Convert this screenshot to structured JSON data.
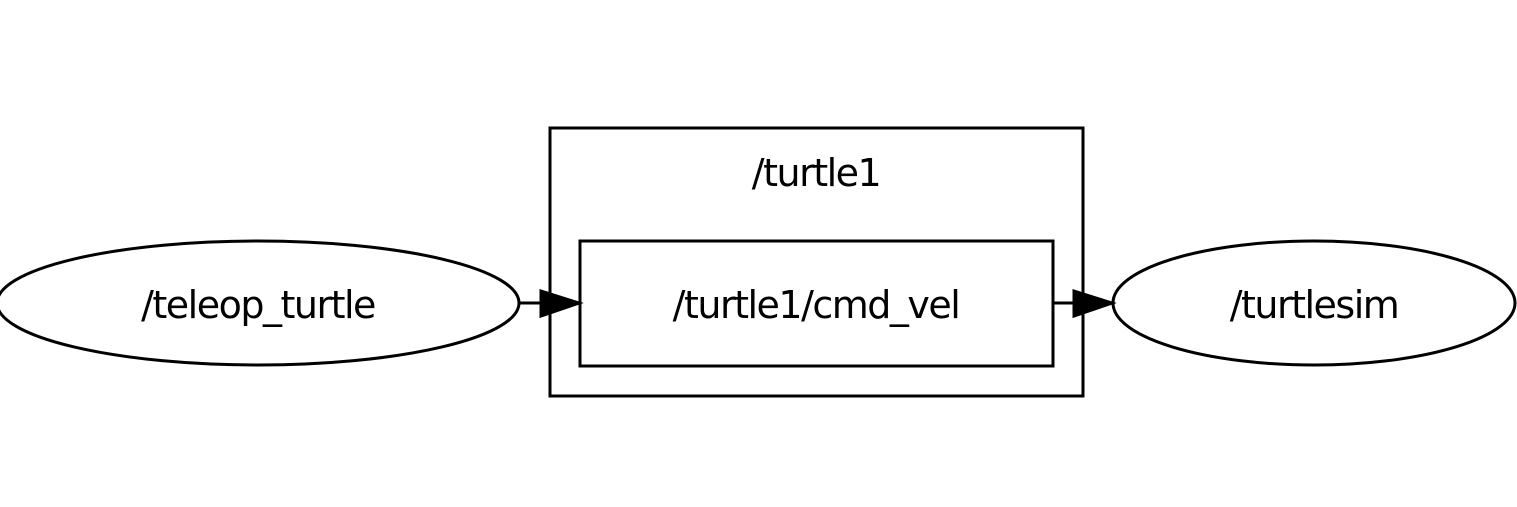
{
  "graph": {
    "nodes": {
      "teleop": {
        "label": "/teleop_turtle",
        "shape": "ellipse"
      },
      "turtlesim": {
        "label": "/turtlesim",
        "shape": "ellipse"
      },
      "cmd_vel": {
        "label": "/turtle1/cmd_vel",
        "shape": "box"
      }
    },
    "cluster": {
      "label": "/turtle1"
    },
    "edges": [
      {
        "from": "/teleop_turtle",
        "to": "/turtle1/cmd_vel"
      },
      {
        "from": "/turtle1/cmd_vel",
        "to": "/turtlesim"
      }
    ],
    "colors": {
      "stroke": "#000000",
      "background": "#ffffff"
    }
  }
}
